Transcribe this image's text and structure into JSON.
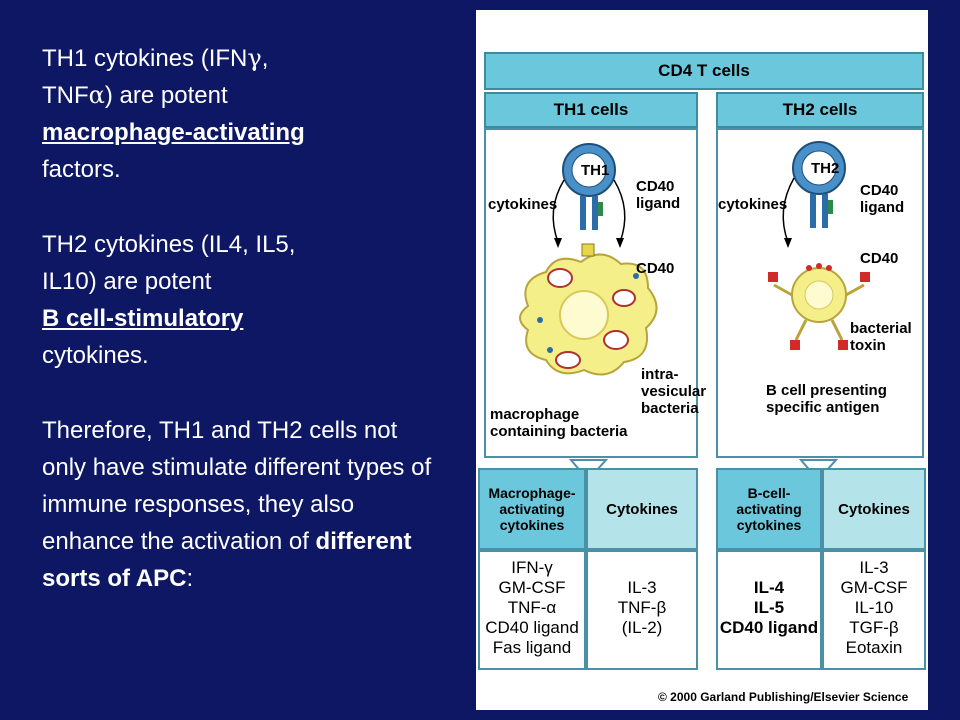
{
  "left_text": {
    "p1_a": "TH1 cytokines (IFN",
    "p1_gamma": "γ",
    "p1_b": ",",
    "p1_c": "TNF",
    "p1_alpha": "α",
    "p1_d": ") are potent",
    "p1_ul": "macrophage-activating",
    "p1_e": "factors.",
    "p2_a": "TH2 cytokines (IL4, IL5,",
    "p2_b": "IL10) are potent",
    "p2_ul": "B cell-stimulatory",
    "p2_c": "cytokines.",
    "p3_a": "Therefore, TH1 and TH2 cells not only have stimulate different types of immune responses, they also enhance the activation of ",
    "p3_bold": "different sorts of APC",
    "p3_end": ":"
  },
  "figure": {
    "title": "CD4 T cells",
    "th1_header": "TH1 cells",
    "th2_header": "TH2 cells",
    "th1_cell_label": "TH1",
    "th2_cell_label": "TH2",
    "th1_cytokines": "cytokines",
    "th1_cd40_ligand": "CD40 ligand",
    "th1_cd40": "CD40",
    "th1_intravesicular": "intra-vesicular bacteria",
    "th1_macrophage": "macrophage containing bacteria",
    "th2_cytokines": "cytokines",
    "th2_cd40_ligand": "CD40 ligand",
    "th2_cd40": "CD40",
    "th2_toxin": "bacterial toxin",
    "th2_bcell": "B cell presenting specific antigen",
    "table_left_h1": "Macrophage-activating cytokines",
    "table_left_h2": "Cytokines",
    "table_right_h1": "B-cell-activating cytokines",
    "table_right_h2": "Cytokines",
    "left_col1": [
      "IFN-γ",
      "GM-CSF",
      "TNF-α",
      "CD40 ligand",
      "Fas ligand"
    ],
    "left_col2": [
      "IL-3",
      "TNF-β",
      "(IL-2)"
    ],
    "right_col1": [
      "IL-4",
      "IL-5",
      "CD40 ligand"
    ],
    "right_col2": [
      "IL-3",
      "GM-CSF",
      "IL-10",
      "TGF-β",
      "Eotaxin"
    ],
    "copyright": "© 2000 Garland Publishing/Elsevier Science"
  },
  "colors": {
    "background": "#0d1763",
    "header": "#6bc7db",
    "box_fill": "#b5e3ea",
    "tcell": "#4a90c8",
    "macrophage": "#f5ef8a"
  }
}
